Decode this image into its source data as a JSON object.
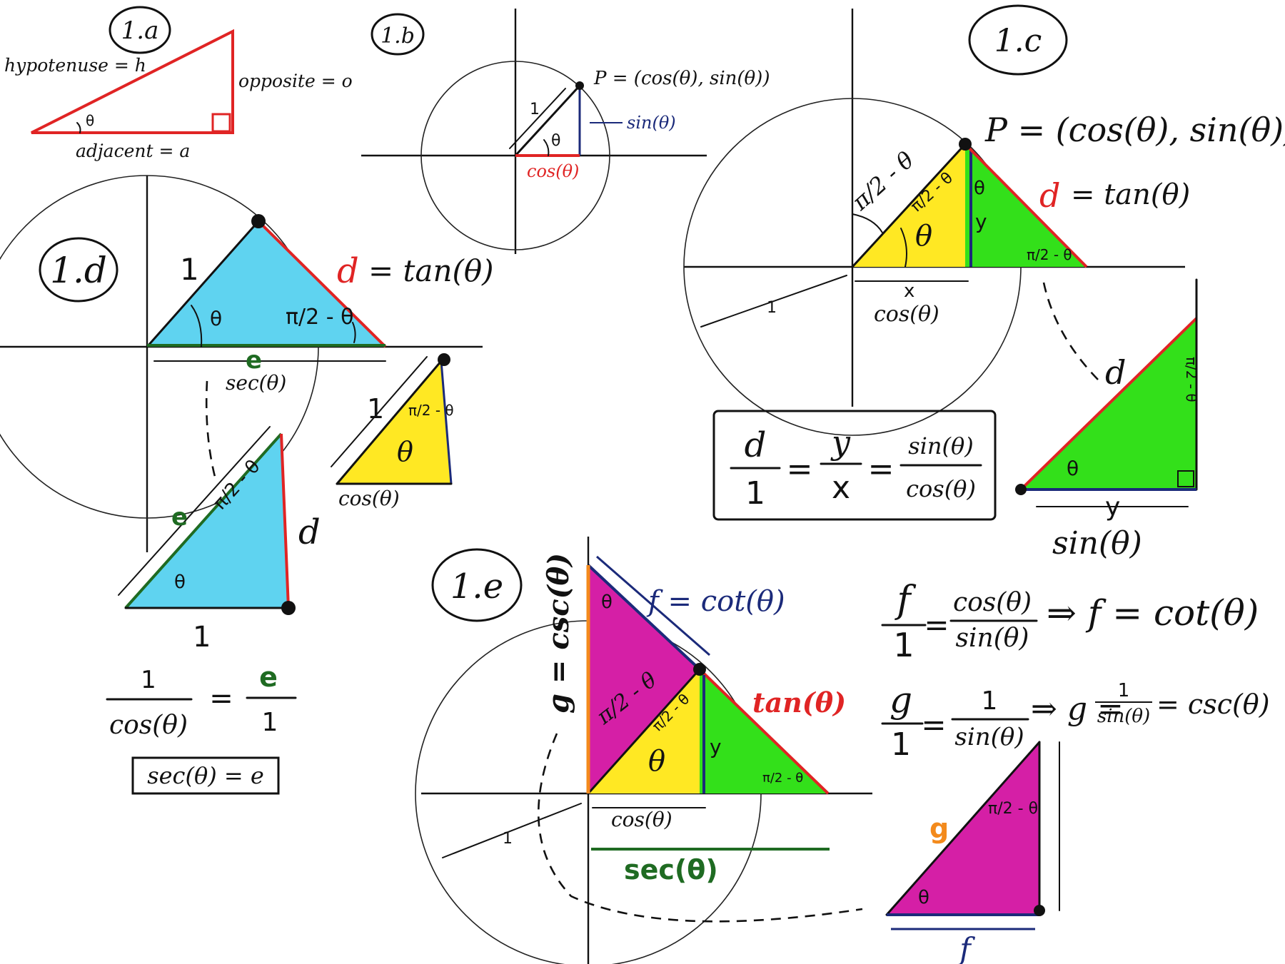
{
  "panel_labels": {
    "a": "1.a",
    "b": "1.b",
    "c": "1.c",
    "d": "1.d",
    "e": "1.e"
  },
  "panel_a": {
    "hypotenuse": "hypotenuse = h",
    "opposite": "opposite = o",
    "adjacent": "adjacent = a",
    "angle": "θ"
  },
  "panel_b": {
    "point": "P = (cos(θ), sin(θ))",
    "sin": "sin(θ)",
    "cos": "cos(θ)",
    "one": "1",
    "angle": "θ"
  },
  "panel_c": {
    "point": "P = (cos(θ), sin(θ))",
    "d_letter": "d",
    "d_value": "= tan(θ)",
    "pi2_theta": "π/2 - θ",
    "frac_pi2_theta": "π/2 - θ",
    "theta": "θ",
    "y": "y",
    "x": "x",
    "cos": "cos(θ)",
    "one": "1",
    "right_d": "d",
    "right_y": "y",
    "right_sin": "sin(θ)",
    "eq_d": "d",
    "eq_1": "1",
    "eq_y": "y",
    "eq_x": "x",
    "eq_sin": "sin(θ)",
    "eq_cos": "cos(θ)",
    "eq_sign": "="
  },
  "panel_d": {
    "one": "1",
    "theta": "θ",
    "pi2_theta": "π/2 - θ",
    "d_letter": "d",
    "d_value": "= tan(θ)",
    "e": "e",
    "sec": "sec(θ)",
    "yellow_one": "1",
    "yellow_cos": "cos(θ)",
    "lower_e": "e",
    "lower_d": "d",
    "lower_one": "1",
    "frac_num": "1",
    "frac_den": "cos(θ)",
    "frac_e": "e",
    "frac_1": "1",
    "eq_sign": "=",
    "boxed": "sec(θ) = e"
  },
  "panel_e": {
    "f_label": "f = cot(θ)",
    "g_label": "g = csc(θ)",
    "tan": "tan(θ)",
    "pi2_theta": "π/2 - θ",
    "theta": "θ",
    "y": "y",
    "cos": "cos(θ)",
    "sec": "sec(θ)",
    "one": "1",
    "eq1_f": "f",
    "eq1_1": "1",
    "eq1_cos": "cos(θ)",
    "eq1_sin": "sin(θ)",
    "eq1_result": "⇒ f = cot(θ)",
    "eq2_g": "g",
    "eq2_1": "1",
    "eq2_num": "1",
    "eq2_sin": "sin(θ)",
    "eq2_result_pre": "⇒ g =",
    "eq2_result_num": "1",
    "eq2_result_den": "sin(θ)",
    "eq2_result_post": "= csc(θ)",
    "eq_sign": "=",
    "tri_g": "g",
    "tri_f": "f",
    "tri_pi2": "π/2 - θ",
    "tri_theta": "θ"
  },
  "colors": {
    "blue_fill": "#5fd3f0",
    "yellow_fill": "#ffe823",
    "green_fill": "#33e01a",
    "magenta_fill": "#d51fa6",
    "red": "#e02424",
    "dark_blue": "#1b2a7a",
    "dark_green": "#1f6b22",
    "orange": "#f38a1c"
  }
}
